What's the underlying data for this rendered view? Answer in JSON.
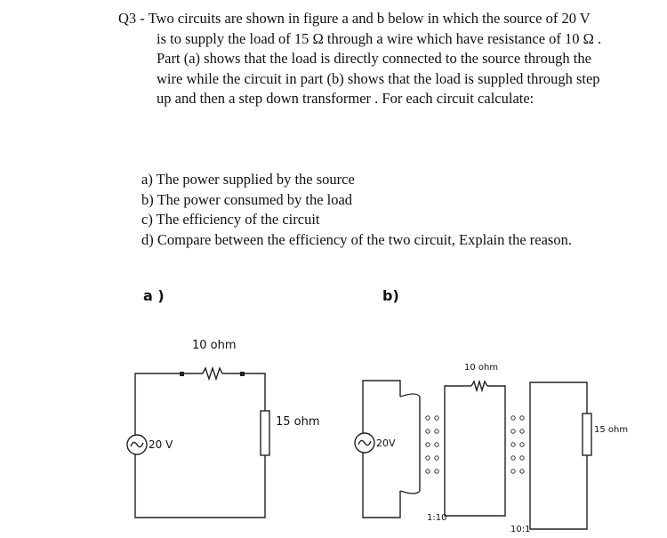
{
  "question": {
    "lines": [
      "Q3 - Two circuits are shown in figure a and b below in which the source of 20 V",
      "is to supply the load of 15 Ω through a wire which have resistance of 10 Ω .",
      "Part (a)  shows that the load is directly connected to the source through the",
      "wire while the circuit in part  (b) shows that the load is suppled through step",
      "up  and then a step down transformer . For each circuit calculate:"
    ]
  },
  "parts": [
    "a)  The power supplied by the source",
    "b)  The power consumed by the load",
    "c)  The efficiency of the circuit",
    "d)  Compare between the efficiency of the two circuit, Explain the reason."
  ],
  "figure_a": {
    "label": "a )",
    "wire_resistor": "10 ohm",
    "load_resistor": "15 ohm",
    "source": "20 V"
  },
  "figure_b": {
    "label": "b)",
    "source": "20V",
    "wire_resistor": "10 ohm",
    "load_resistor": "15 ohm",
    "step_up_ratio": "1:10",
    "step_down_ratio": "10:1"
  }
}
